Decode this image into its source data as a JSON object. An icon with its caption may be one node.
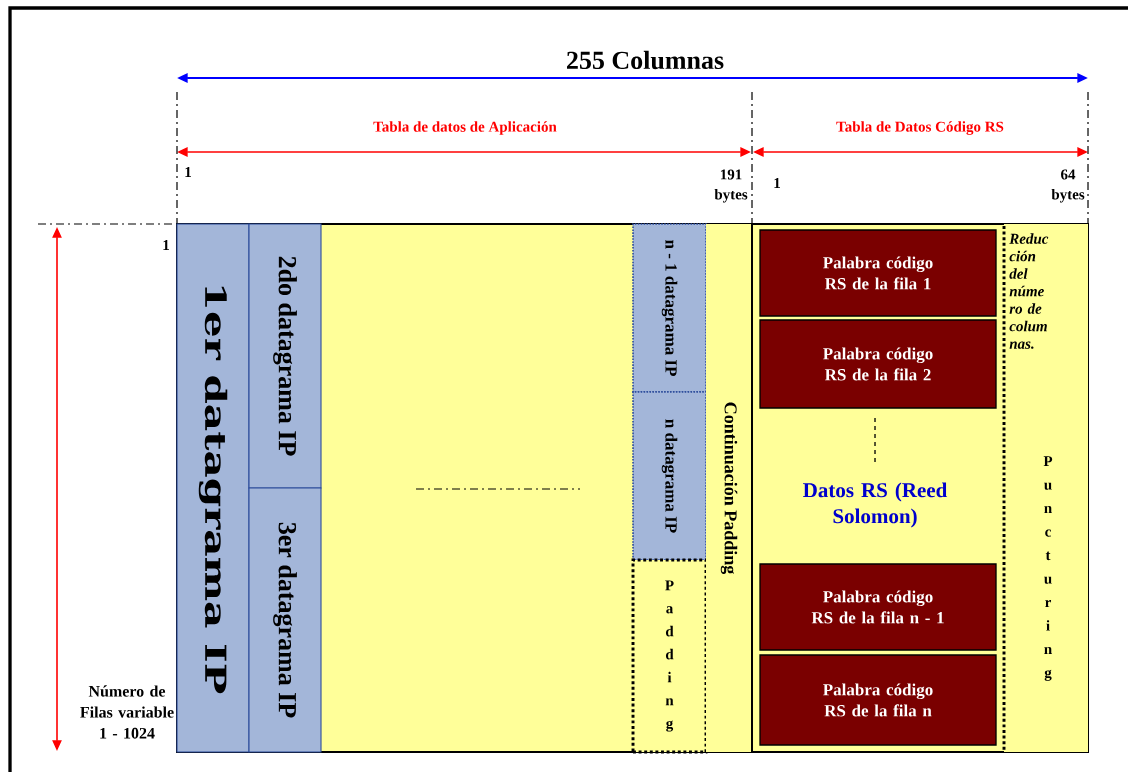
{
  "diagram": {
    "nodes": [
      {
        "text": [],
        "shape": "box"
      },
      {
        "text": [
          "1er datagrama IP"
        ],
        "in": 0
      },
      {
        "text": [
          "2do datagrama IP"
        ],
        "in": 0
      },
      {
        "text": [
          "3er datagrama IP"
        ],
        "in": 0
      },
      {
        "text": [
          "n - 1 datagrama IP"
        ],
        "in": 0
      },
      {
        "text": [
          "n datagrama IP"
        ],
        "in": 0
      },
      {
        "text": [
          "Padding"
        ],
        "in": 0
      },
      {
        "text": [
          "Continuación Padding"
        ],
        "in": 0
      },
      {
        "text": [],
        "shape": "box"
      },
      {
        "text": [
          "Palabra código RS de la fila 1"
        ],
        "in": 8
      },
      {
        "text": [
          "Palabra código RS de la fila 2"
        ],
        "in": 8
      },
      {
        "text": [
          "Palabra código RS de la fila n - 1"
        ],
        "in": 8
      },
      {
        "text": [
          "Palabra código RS de la fila n"
        ],
        "in": 8
      },
      {
        "text": [
          "Reduc ción del núme ro de colum nas.",
          "Puncturing"
        ],
        "in": 8
      }
    ],
    "labels": [
      "255 Columnas",
      "Tabla  de datos de Aplicación",
      "Tabla de Datos Código RS",
      "1",
      "191 bytes",
      "1",
      "64 bytes",
      "1",
      "Datos RS (Reed Solomon)",
      "Número de Filas variable 1 - 1024"
    ]
  }
}
